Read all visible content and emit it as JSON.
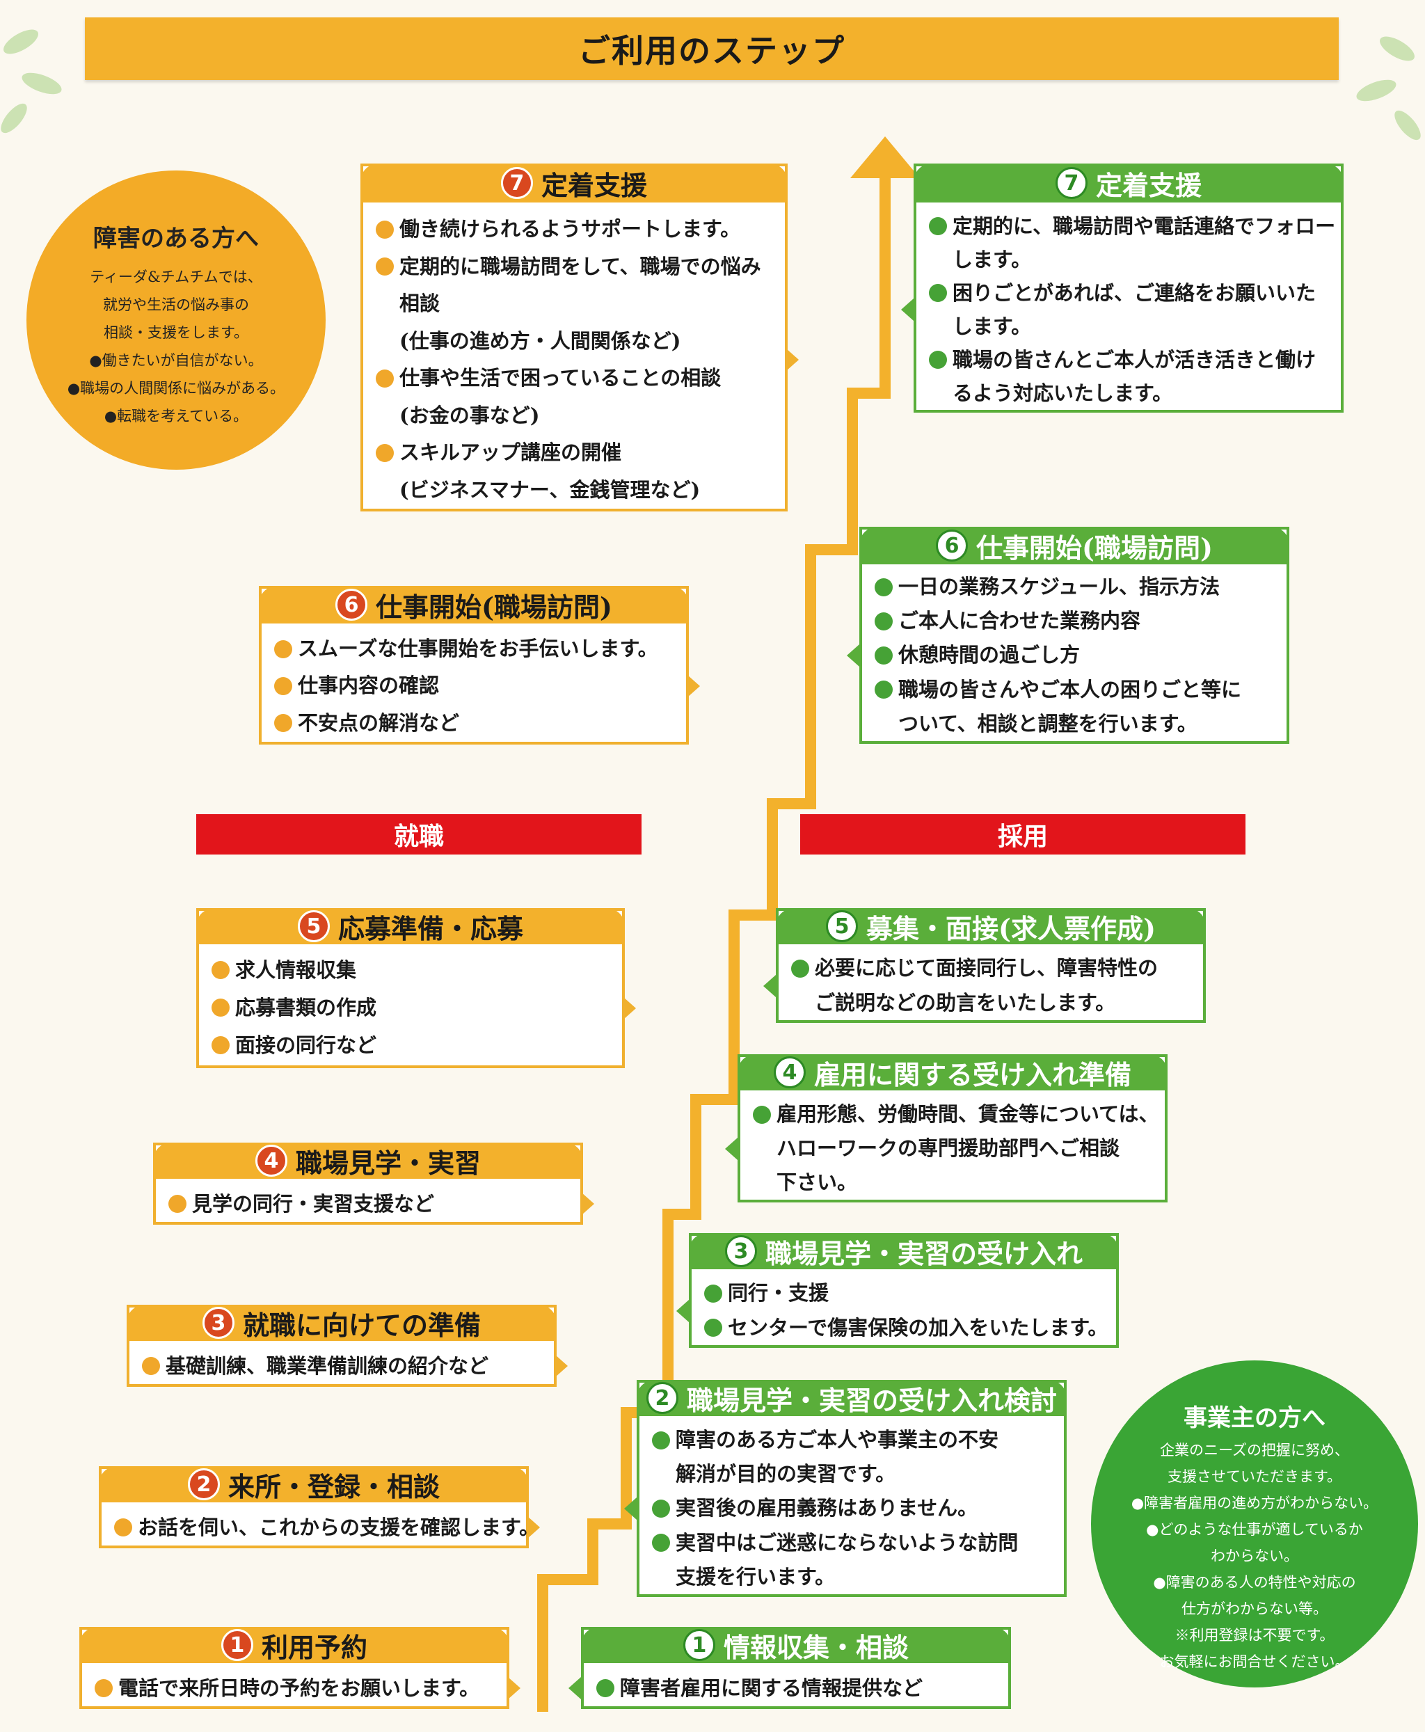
{
  "title": "ご利用のステップ",
  "colors": {
    "orange": "#f3b12c",
    "green": "#5aae3a",
    "red": "#e2151b",
    "stair": "#f3b12c"
  },
  "left_circle": {
    "title": "障害のある方へ",
    "lines": [
      "ティーダ&チムチムでは、",
      "就労や生活の悩み事の",
      "相談・支援をします。",
      "●働きたいが自信がない。",
      "●職場の人間関係に悩みがある。",
      "●転職を考えている。"
    ]
  },
  "right_circle": {
    "title": "事業主の方へ",
    "lines": [
      "企業のニーズの把握に努め、",
      "支援させていただきます。",
      "●障害者雇用の進め方がわからない。",
      "●どのような仕事が適しているか",
      "わからない。",
      "●障害のある人の特性や対応の",
      "仕方がわからない等。",
      "※利用登録は不要です。",
      "お気軽にお問合せください。"
    ]
  },
  "section_labels": {
    "left": "就職",
    "right": "採用"
  },
  "left_steps": [
    {
      "num": "7",
      "title": "定着支援",
      "items": [
        {
          "text": "働き続けられるようサポートします。",
          "bullet": true
        },
        {
          "text": "定期的に職場訪問をして、職場での悩み",
          "bullet": true
        },
        {
          "text": "相談",
          "bullet": false
        },
        {
          "text": "(仕事の進め方・人間関係など)",
          "bullet": false
        },
        {
          "text": "仕事や生活で困っていることの相談",
          "bullet": true
        },
        {
          "text": "(お金の事など)",
          "bullet": false
        },
        {
          "text": "スキルアップ講座の開催",
          "bullet": true
        },
        {
          "text": "(ビジネスマナー、金銭管理など)",
          "bullet": false
        }
      ]
    },
    {
      "num": "6",
      "title": "仕事開始(職場訪問)",
      "items": [
        {
          "text": "スムーズな仕事開始をお手伝いします。",
          "bullet": true
        },
        {
          "text": "仕事内容の確認",
          "bullet": true
        },
        {
          "text": "不安点の解消など",
          "bullet": true
        }
      ]
    },
    {
      "num": "5",
      "title": "応募準備・応募",
      "items": [
        {
          "text": "求人情報収集",
          "bullet": true
        },
        {
          "text": "応募書類の作成",
          "bullet": true
        },
        {
          "text": "面接の同行など",
          "bullet": true
        }
      ]
    },
    {
      "num": "4",
      "title": "職場見学・実習",
      "items": [
        {
          "text": "見学の同行・実習支援など",
          "bullet": true
        }
      ]
    },
    {
      "num": "3",
      "title": "就職に向けての準備",
      "items": [
        {
          "text": "基礎訓練、職業準備訓練の紹介など",
          "bullet": true
        }
      ]
    },
    {
      "num": "2",
      "title": "来所・登録・相談",
      "items": [
        {
          "text": "お話を伺い、これからの支援を確認します。",
          "bullet": true
        }
      ]
    },
    {
      "num": "1",
      "title": "利用予約",
      "items": [
        {
          "text": "電話で来所日時の予約をお願いします。",
          "bullet": true
        }
      ]
    }
  ],
  "right_steps": [
    {
      "num": "7",
      "title": "定着支援",
      "items": [
        {
          "text": "定期的に、職場訪問や電話連絡でフォロー",
          "bullet": true
        },
        {
          "text": "します。",
          "bullet": false
        },
        {
          "text": "困りごとがあれば、ご連絡をお願いいた",
          "bullet": true
        },
        {
          "text": "します。",
          "bullet": false
        },
        {
          "text": "職場の皆さんとご本人が活き活きと働け",
          "bullet": true
        },
        {
          "text": "るよう対応いたします。",
          "bullet": false
        }
      ]
    },
    {
      "num": "6",
      "title": "仕事開始(職場訪問)",
      "items": [
        {
          "text": "一日の業務スケジュール、指示方法",
          "bullet": true
        },
        {
          "text": "ご本人に合わせた業務内容",
          "bullet": true
        },
        {
          "text": "休憩時間の過ごし方",
          "bullet": true
        },
        {
          "text": "職場の皆さんやご本人の困りごと等に",
          "bullet": true
        },
        {
          "text": "ついて、相談と調整を行います。",
          "bullet": false
        }
      ]
    },
    {
      "num": "5",
      "title": "募集・面接(求人票作成)",
      "items": [
        {
          "text": "必要に応じて面接同行し、障害特性の",
          "bullet": true
        },
        {
          "text": "ご説明などの助言をいたします。",
          "bullet": false
        }
      ]
    },
    {
      "num": "4",
      "title": "雇用に関する受け入れ準備",
      "items": [
        {
          "text": "雇用形態、労働時間、賃金等については、",
          "bullet": true
        },
        {
          "text": "ハローワークの専門援助部門へご相談",
          "bullet": false
        },
        {
          "text": "下さい。",
          "bullet": false
        }
      ]
    },
    {
      "num": "3",
      "title": "職場見学・実習の受け入れ",
      "items": [
        {
          "text": "同行・支援",
          "bullet": true
        },
        {
          "text": "センターで傷害保険の加入をいたします。",
          "bullet": true
        }
      ]
    },
    {
      "num": "2",
      "title": "職場見学・実習の受け入れ検討",
      "items": [
        {
          "text": "障害のある方ご本人や事業主の不安",
          "bullet": true
        },
        {
          "text": "解消が目的の実習です。",
          "bullet": false
        },
        {
          "text": "実習後の雇用義務はありません。",
          "bullet": true
        },
        {
          "text": "実習中はご迷惑にならないような訪問",
          "bullet": true
        },
        {
          "text": "支援を行います。",
          "bullet": false
        }
      ]
    },
    {
      "num": "1",
      "title": "情報収集・相談",
      "items": [
        {
          "text": "障害者雇用に関する情報提供など",
          "bullet": true
        }
      ]
    }
  ]
}
